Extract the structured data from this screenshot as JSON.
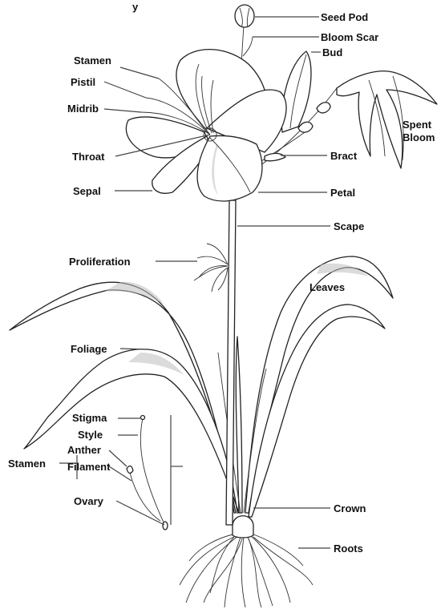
{
  "title_fragment": "y",
  "labels": {
    "seed_pod": "Seed Pod",
    "bloom_scar": "Bloom Scar",
    "bud": "Bud",
    "stamen": "Stamen",
    "pistil": "Pistil",
    "midrib": "Midrib",
    "throat": "Throat",
    "sepal": "Sepal",
    "spent_bloom_1": "Spent",
    "spent_bloom_2": "Bloom",
    "bract": "Bract",
    "petal": "Petal",
    "scape": "Scape",
    "proliferation": "Proliferation",
    "leaves": "Leaves",
    "foliage": "Foliage",
    "stigma": "Stigma",
    "style": "Style",
    "anther": "Anther",
    "filament": "Filament",
    "stamen_detail": "Stamen",
    "ovary": "Ovary",
    "crown": "Crown",
    "roots": "Roots"
  },
  "icons": {
    "plant": "daylily-plant-illustration"
  }
}
